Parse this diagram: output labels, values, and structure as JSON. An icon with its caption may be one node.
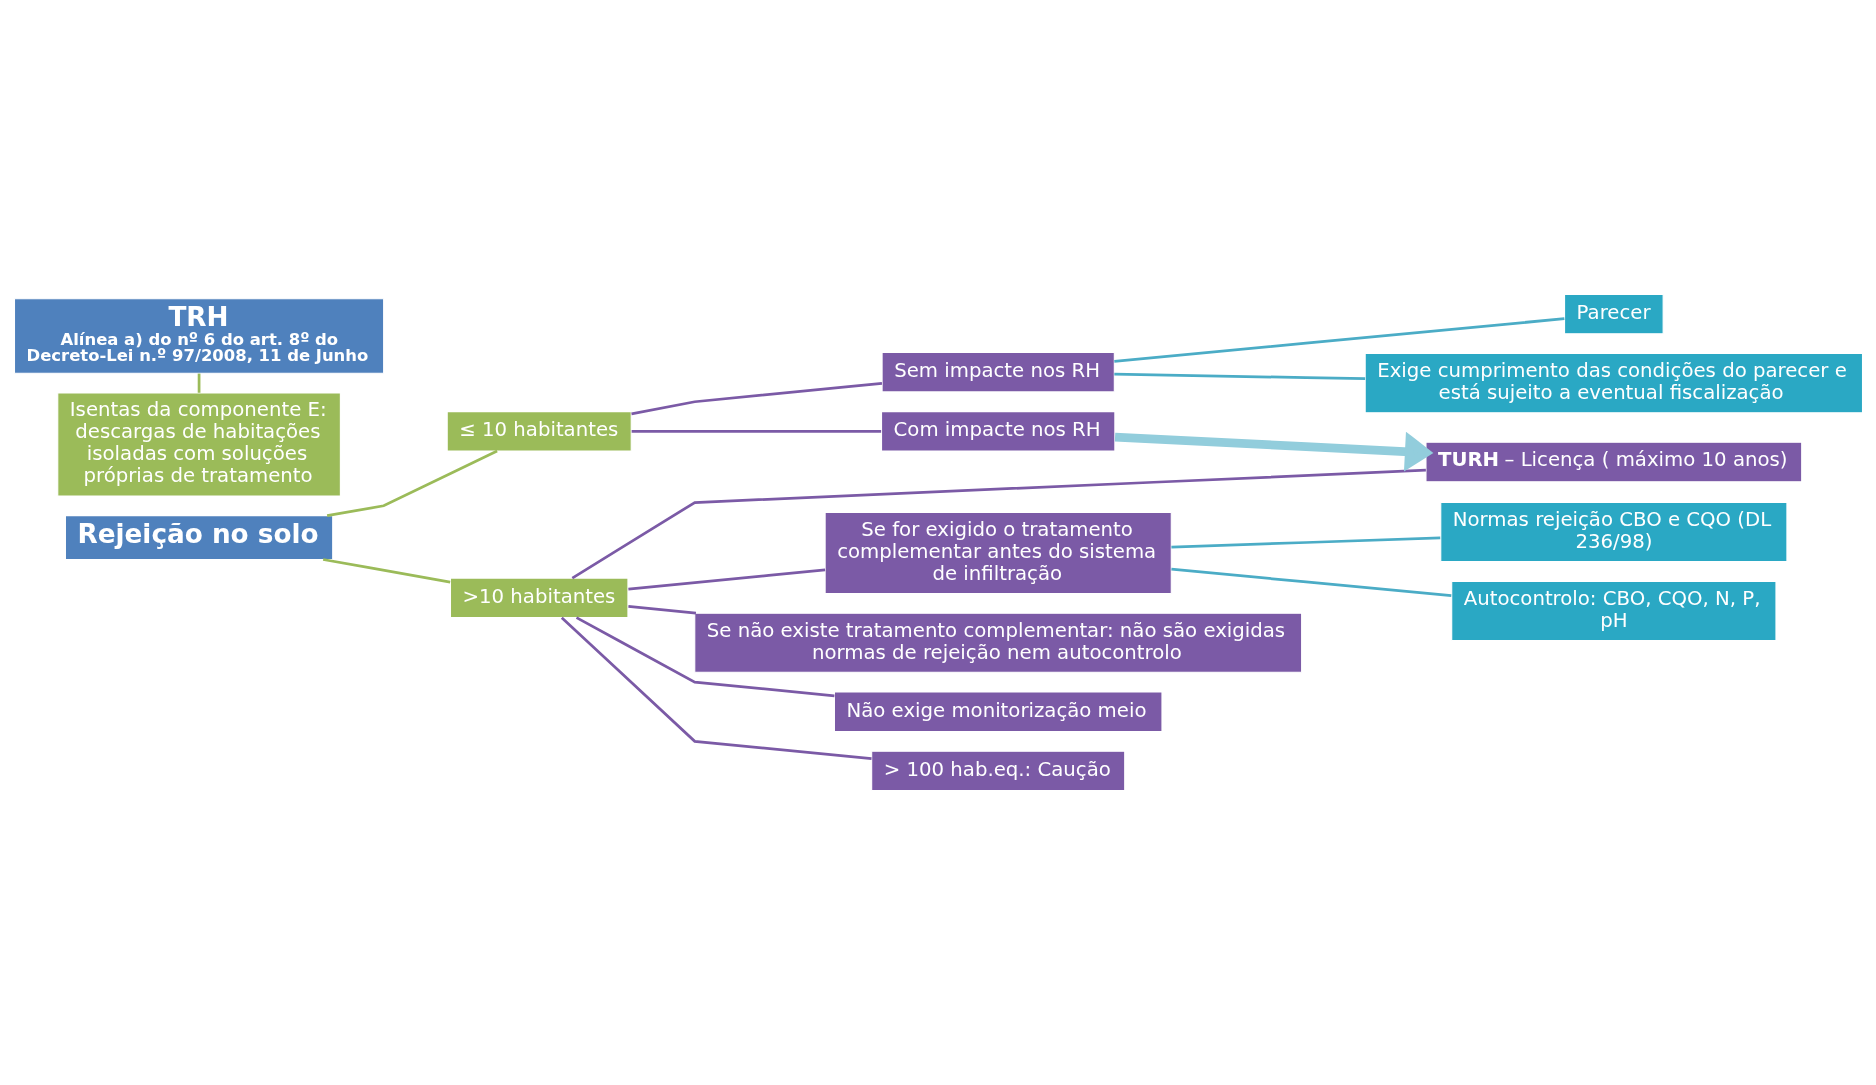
{
  "diagram": {
    "nodes": [
      {
        "text": [
          "Rejeição no solo"
        ]
      },
      {
        "text": [
          "≤ 10 habitantes"
        ]
      },
      {
        "text": [
          ">10 habitantes"
        ]
      },
      {
        "text": [
          "Sem impacte nos RH"
        ]
      },
      {
        "text": [
          "Com impacte nos RH"
        ]
      },
      {
        "text": [
          "Parecer"
        ]
      },
      {
        "text": [
          "Exige cumprimento das condições do parecer e está sujeito a eventual fiscalização"
        ]
      },
      {
        "text": [
          "**TURH** – Licença ( máximo 10 anos)"
        ]
      },
      {
        "text": [
          "Se for exigido o tratamento complementar antes do sistema de infiltração"
        ]
      },
      {
        "text": [
          "Normas rejeição CBO e CQO (DL 236/98)"
        ]
      },
      {
        "text": [
          "Autocontrolo: CBO, CQO, N, P, pH"
        ]
      },
      {
        "text": [
          "Se não existe tratamento complementar: não são exigidas normas de rejeição nem autocontrolo"
        ]
      },
      {
        "text": [
          "Não exige monitorização meio"
        ]
      },
      {
        "text": [
          "> 100 hab.eq.: Caução"
        ]
      },
      {
        "text": [
          "TRH",
          "Alínea a) do nº 6 do art. 8º do Decreto-Lei n.º 97/2008, 11 de Junho"
        ]
      },
      {
        "text": [
          "Isentas da componente E: descargas de habitações isoladas com soluções próprias de tratamento"
        ]
      }
    ],
    "edges": [
      {
        "from": 0,
        "to": 1,
        "arrow": "none",
        "color": "#9bbb59"
      },
      {
        "from": 0,
        "to": 2,
        "arrow": "none",
        "color": "#9bbb59"
      },
      {
        "from": 1,
        "to": 3,
        "arrow": "none"
      },
      {
        "from": 1,
        "to": 4,
        "arrow": "none"
      },
      {
        "from": 3,
        "to": 5,
        "arrow": "none",
        "color": "#4bacc6"
      },
      {
        "from": 3,
        "to": 6,
        "arrow": "none",
        "color": "#4bacc6"
      },
      {
        "from": 4,
        "to": 7,
        "arrow": "to",
        "style": "thick",
        "color": "#92cddc"
      },
      {
        "from": 2,
        "to": 7,
        "arrow": "none"
      },
      {
        "from": 2,
        "to": 8,
        "arrow": "none"
      },
      {
        "from": 2,
        "to": 11,
        "arrow": "none"
      },
      {
        "from": 2,
        "to": 12,
        "arrow": "none"
      },
      {
        "from": 2,
        "to": 13,
        "arrow": "none"
      },
      {
        "from": 8,
        "to": 9,
        "arrow": "none",
        "color": "#4bacc6"
      },
      {
        "from": 8,
        "to": 10,
        "arrow": "none",
        "color": "#4bacc6"
      },
      {
        "from": 14,
        "to": 15,
        "arrow": "none",
        "color": "#9bbb59"
      }
    ]
  }
}
